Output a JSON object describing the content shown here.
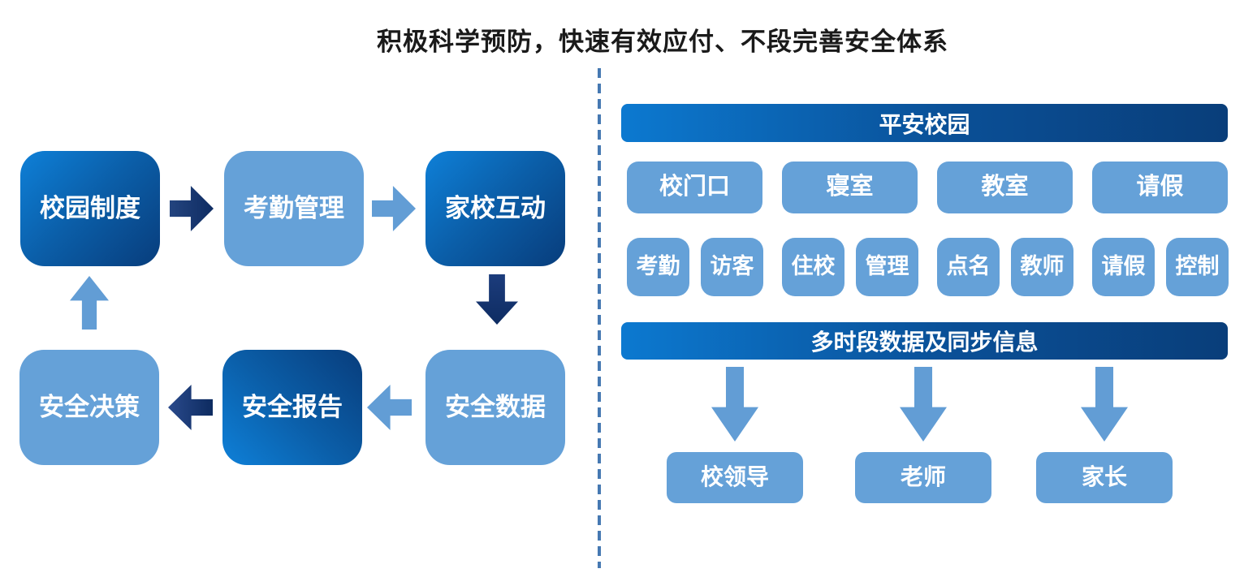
{
  "title": "积极科学预防，快速有效应付、不段完善安全体系",
  "colors": {
    "light_blue_box": "#65a1d8",
    "light_blue_arrow": "#629dd5",
    "dark_navy_arrow": "#16336e",
    "gradient_box_start": "#0e80d8",
    "gradient_box_end": "#083d7c",
    "header_gradient_start": "#0c79d0",
    "header_gradient_end": "#093e7a",
    "divider_blue": "#4679b2",
    "title_text": "#1a1a1a"
  },
  "cycle": {
    "nodes": [
      {
        "label": "校园制度",
        "style": "gradient"
      },
      {
        "label": "考勤管理",
        "style": "light"
      },
      {
        "label": "家校互动",
        "style": "gradient"
      },
      {
        "label": "安全数据",
        "style": "light"
      },
      {
        "label": "安全报告",
        "style": "gradient"
      },
      {
        "label": "安全决策",
        "style": "light"
      }
    ],
    "flow_order": "校园制度 → 考勤管理 → 家校互动 → 安全数据 → 安全报告 → 安全决策 → 校园制度"
  },
  "right_panel": {
    "header_safe_campus": "平安校园",
    "locations": [
      "校门口",
      "寝室",
      "教室",
      "请假"
    ],
    "functions": [
      "考勤",
      "访客",
      "住校",
      "管理",
      "点名",
      "教师",
      "请假",
      "控制"
    ],
    "header_data_sync": "多时段数据及同步信息",
    "recipients": [
      "校领导",
      "老师",
      "家长"
    ]
  }
}
